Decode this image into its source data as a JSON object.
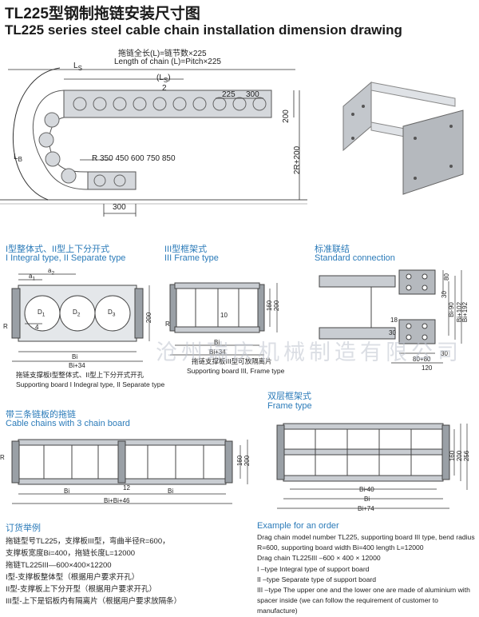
{
  "title": {
    "cn": "TL225型钢制拖链安装尺寸图",
    "en": "TL225 series steel cable chain installation dimension drawing"
  },
  "top_drawing": {
    "length_cn": "拖链全长(L)=链节数×225",
    "length_en": "Length of chain (L)=Pitch×225",
    "ls_label": "L",
    "ls_sub": "S",
    "ls2_label": "(L",
    "ls2_sub": "S",
    "ls2_tail": ")",
    "ls2_den": "2",
    "lb_label": "L",
    "lb_sub": "B",
    "pitch1": "225",
    "pitch2": "300",
    "h200": "200",
    "h2r": "2R+200",
    "radius": "R 350  450  600  750  850",
    "bottom300": "300"
  },
  "sections": {
    "integral": {
      "cn": "I型整体式、II型上下分开式",
      "en": "I Integral type, II Separate type",
      "caption_cn": "拖链支撑板I型整体式、II型上下分开式开孔",
      "caption_en": "Supporting board I Indegral type, II Separate type",
      "dims": {
        "a2": "a",
        "a2s": "2",
        "a1": "a",
        "a1s": "1",
        "d1": "D",
        "d1s": "1",
        "d2": "D",
        "d2s": "2",
        "d3": "D",
        "d3s": "3",
        "four": "4",
        "r": "R",
        "h200": "200",
        "bi": "Bi",
        "bi34": "Bi+34"
      }
    },
    "frame": {
      "cn": "III型框架式",
      "en": "III Frame type",
      "caption_cn": "拖链支撑板III型可放隔离片",
      "caption_en": "Supporting board III, Frame type",
      "dims": {
        "r": "R",
        "ten": "10",
        "h160": "160",
        "h200": "200",
        "bi": "Bi",
        "bi34": "Bi+34"
      }
    },
    "standard": {
      "cn": "标准联结",
      "en": "Standard connection",
      "dims": {
        "d80": "80",
        "d30": "30",
        "bi90": "Bi-90",
        "bi102": "Bi+102",
        "bi192": "Bi+192",
        "d18": "18",
        "d30b": "30",
        "d8080": "80+80",
        "d30c": "30",
        "d120": "120"
      }
    },
    "three_chain": {
      "cn": "带三条链板的拖链",
      "en": "Cable chains with 3 chain board",
      "dims": {
        "h160": "160",
        "h200": "200",
        "twelve": "12",
        "bi1": "Bi",
        "bi2": "Bi",
        "bi46": "Bi+Bi+46",
        "r": "R"
      }
    },
    "double_frame": {
      "cn": "双层框架式",
      "en": "Frame type",
      "dims": {
        "bi40": "Bi-40",
        "bi": "Bi",
        "bi74": "Bi+74",
        "h160": "160",
        "h200": "200",
        "h256": "256"
      }
    }
  },
  "order_cn": {
    "heading": "订货举例",
    "lines": [
      "拖链型号TL225，支撑板III型，弯曲半径R=600，",
      "支撑板宽度Bi=400，拖链长度L=12000",
      "拖链TL225III—600×400×12200",
      "I型-支撑板整体型（根据用户要求开孔）",
      "II型-支撑板上下分开型（根据用户要求开孔）",
      "III型-上下是铝板内有隔离片（根据用户要求放隔条）"
    ]
  },
  "order_en": {
    "heading": "Example for an order",
    "lines": [
      "Drag chain model number TL225, supporting board III type, bend radius",
      "R=600, supporting board width Bi=400 length L=12000",
      "Drag chain TL225III –600 × 400 × 12000",
      "I –type Integral type of support board",
      "II –type Separate type of support board",
      "III –type The upper one and the lower one are made of aluminium with",
      "spacer inside  (we can follow the requirement of customer to manufacture)"
    ]
  },
  "watermark": "沧州瑞庆机械制造有限公司",
  "colors": {
    "accent": "#2b7bb9",
    "steel": "#c9cdd2",
    "steel_dark": "#8b9096",
    "line": "#333333"
  }
}
